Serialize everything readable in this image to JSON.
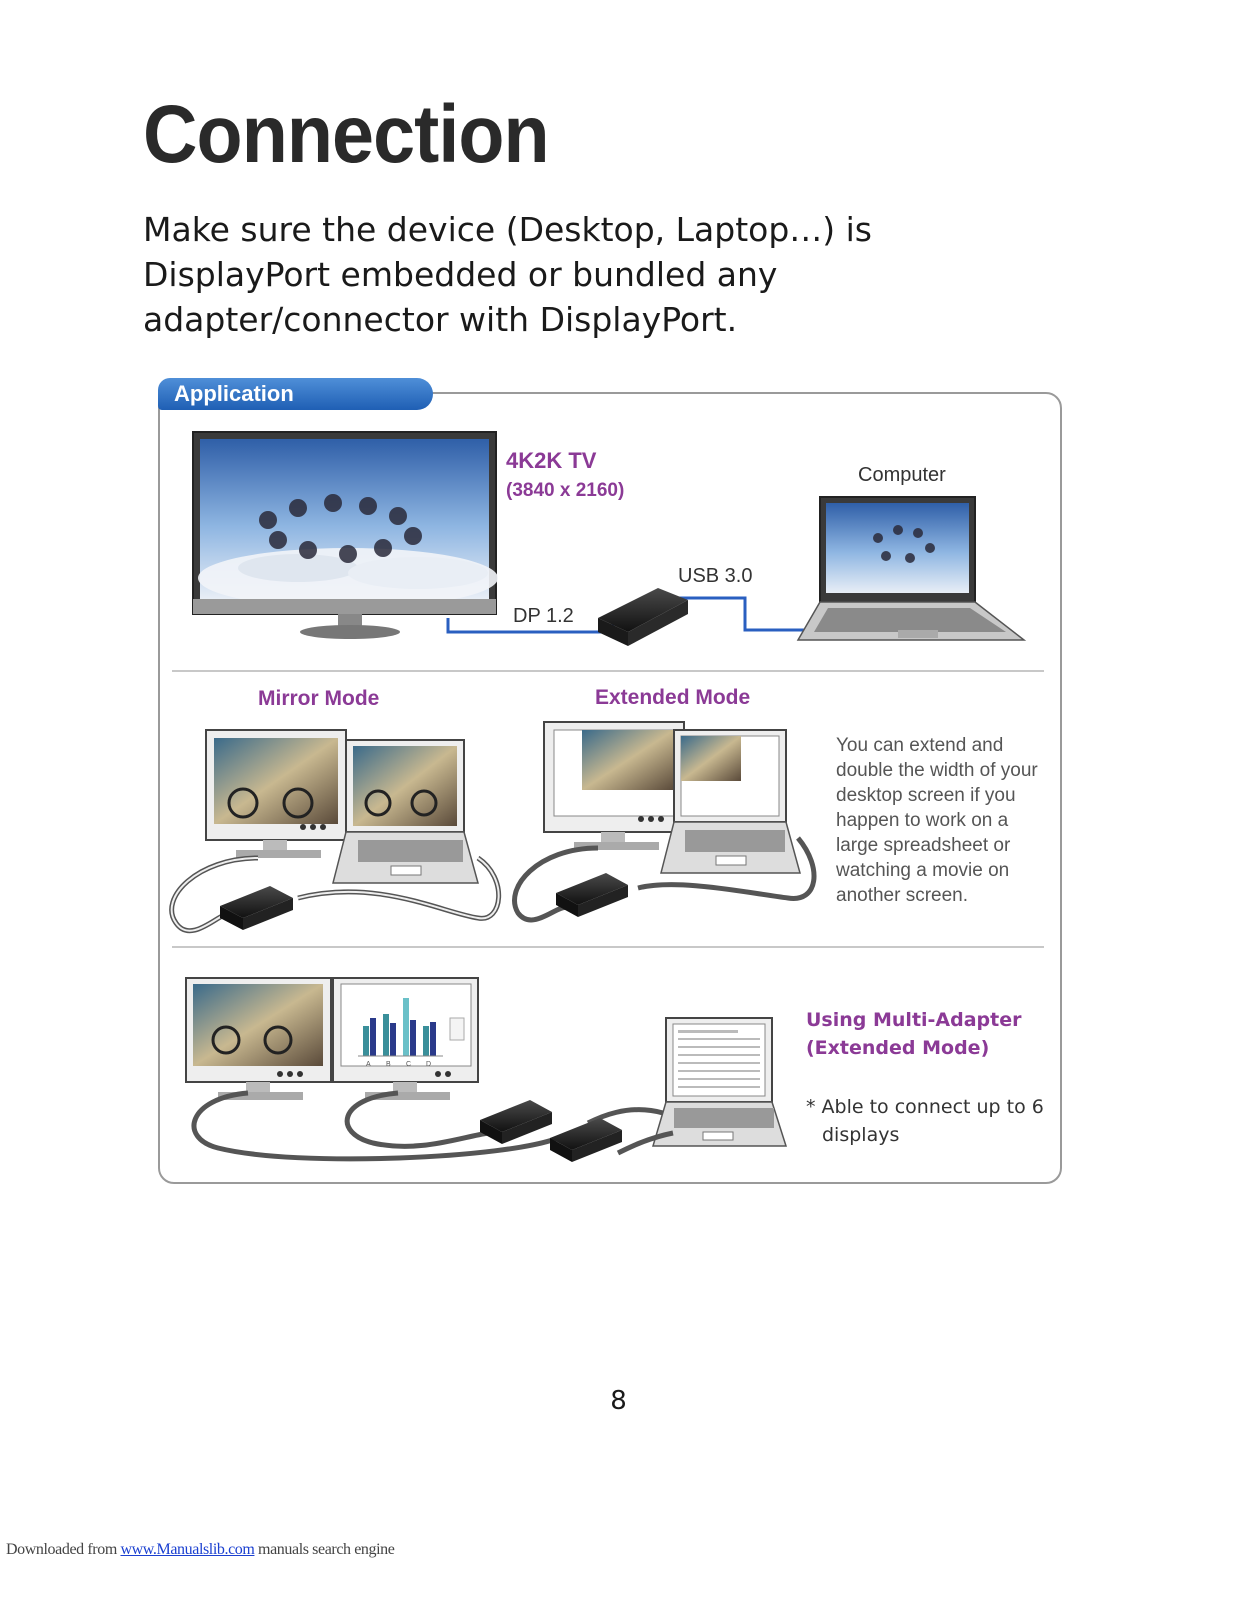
{
  "page": {
    "title": "Connection",
    "intro": "Make sure the device (Desktop, Laptop…) is DisplayPort embedded or bundled any adapter/connector with DisplayPort.",
    "page_number": "8"
  },
  "figure": {
    "tab_label": "Application",
    "tv_label": "4K2K TV",
    "tv_resolution": "(3840 x 2160)",
    "computer_label": "Computer",
    "usb_label": "USB 3.0",
    "dp_label": "DP 1.2",
    "mirror_mode": "Mirror Mode",
    "extended_mode": "Extended Mode",
    "extended_description": "You can extend and double the width of your desktop screen if you happen to work on a large spreadsheet or watching a movie on another screen.",
    "multi_adapter_line1": "Using Multi-Adapter",
    "multi_adapter_line2": "(Extended Mode)",
    "multi_adapter_note": "* Able to connect up to 6 displays",
    "chart_axis_labels": [
      "A",
      "B",
      "C",
      "D"
    ]
  },
  "footer": {
    "prefix": "Downloaded from",
    "link": "www.Manualslib.com",
    "suffix": " manuals search engine"
  },
  "colors": {
    "accent_purple": "#8b3a96",
    "tab_blue": "#1f5fb4",
    "cable_blue": "#2a5fc0",
    "link_blue": "#1a3fd0"
  }
}
